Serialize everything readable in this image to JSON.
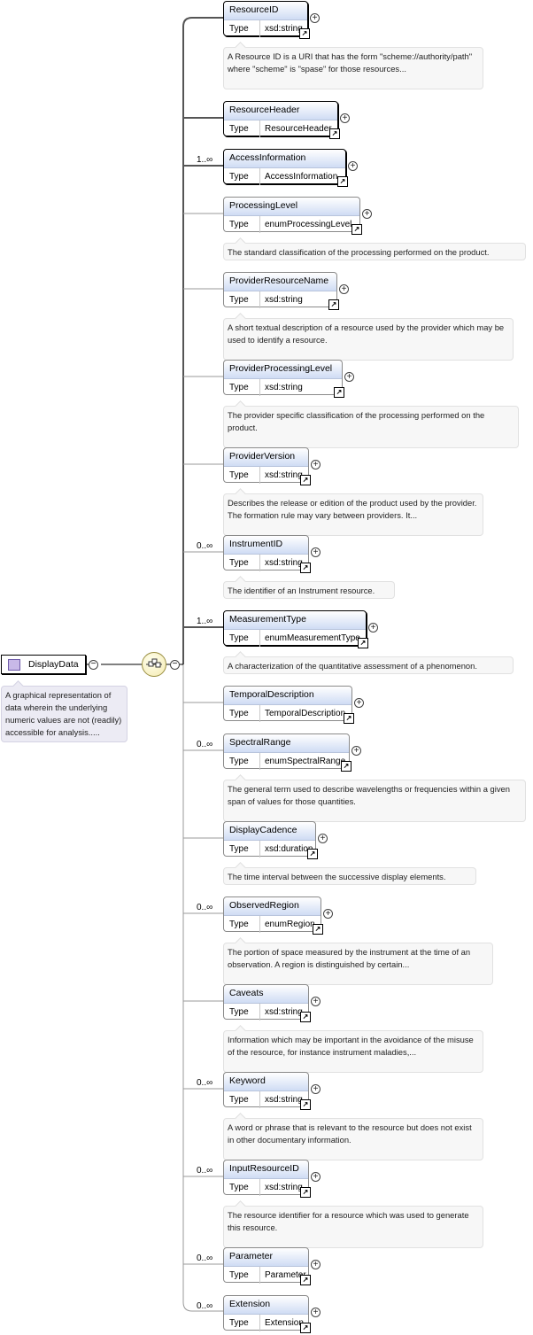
{
  "root": {
    "name": "DisplayData",
    "documentation": "A graphical representation of data wherein the underlying numeric values are not (readily) accessible for analysis....."
  },
  "type_label": "Type",
  "compositor": "sequence",
  "elements": [
    {
      "id": "resourceid",
      "name": "ResourceID",
      "type": "xsd:string",
      "occurs": "",
      "required": true,
      "doc": "A Resource ID is a URI that has the form \"scheme://authority/path\" where \"scheme\" is \"spase\" for those resources..."
    },
    {
      "id": "resourceheader",
      "name": "ResourceHeader",
      "type": "ResourceHeader",
      "occurs": "",
      "required": true,
      "doc": ""
    },
    {
      "id": "accessinformation",
      "name": "AccessInformation",
      "type": "AccessInformation",
      "occurs": "1..∞",
      "required": true,
      "doc": ""
    },
    {
      "id": "processinglevel",
      "name": "ProcessingLevel",
      "type": "enumProcessingLevel",
      "occurs": "",
      "required": false,
      "doc": "The standard classification of the processing performed on the product."
    },
    {
      "id": "providerresourcename",
      "name": "ProviderResourceName",
      "type": "xsd:string",
      "occurs": "",
      "required": false,
      "doc": "A short textual description of a resource used by the provider which may be used to identify a resource."
    },
    {
      "id": "providerprocessinglevel",
      "name": "ProviderProcessingLevel",
      "type": "xsd:string",
      "occurs": "",
      "required": false,
      "doc": "The provider specific classification of the processing performed on the product."
    },
    {
      "id": "providerversion",
      "name": "ProviderVersion",
      "type": "xsd:string",
      "occurs": "",
      "required": false,
      "doc": "Describes the release or edition of the product used by the provider. The formation rule may vary between providers. It..."
    },
    {
      "id": "instrumentid",
      "name": "InstrumentID",
      "type": "xsd:string",
      "occurs": "0..∞",
      "required": false,
      "doc": "The identifier of an Instrument resource."
    },
    {
      "id": "measurementtype",
      "name": "MeasurementType",
      "type": "enumMeasurementType",
      "occurs": "1..∞",
      "required": true,
      "doc": "A characterization of the quantitative assessment of a phenomenon."
    },
    {
      "id": "temporaldescription",
      "name": "TemporalDescription",
      "type": "TemporalDescription",
      "occurs": "",
      "required": false,
      "doc": ""
    },
    {
      "id": "spectralrange",
      "name": "SpectralRange",
      "type": "enumSpectralRange",
      "occurs": "0..∞",
      "required": false,
      "doc": "The general term used to describe wavelengths or frequencies within a given span of values for those quantities."
    },
    {
      "id": "displaycadence",
      "name": "DisplayCadence",
      "type": "xsd:duration",
      "occurs": "",
      "required": false,
      "doc": "The time interval between the successive display elements."
    },
    {
      "id": "observedregion",
      "name": "ObservedRegion",
      "type": "enumRegion",
      "occurs": "0..∞",
      "required": false,
      "doc": "The portion of space measured by the instrument at the time of an observation. A region is distinguished by certain..."
    },
    {
      "id": "caveats",
      "name": "Caveats",
      "type": "xsd:string",
      "occurs": "",
      "required": false,
      "doc": "Information which may be important in the avoidance of the misuse of the resource, for instance instrument maladies,..."
    },
    {
      "id": "keyword",
      "name": "Keyword",
      "type": "xsd:string",
      "occurs": "0..∞",
      "required": false,
      "doc": "A word or phrase that is relevant to the resource but does not exist in other documentary information."
    },
    {
      "id": "inputresourceid",
      "name": "InputResourceID",
      "type": "xsd:string",
      "occurs": "0..∞",
      "required": false,
      "doc": "The resource identifier for a resource which was used to generate this resource."
    },
    {
      "id": "parameter",
      "name": "Parameter",
      "type": "Parameter",
      "occurs": "0..∞",
      "required": false,
      "doc": ""
    },
    {
      "id": "extension",
      "name": "Extension",
      "type": "Extension",
      "occurs": "0..∞",
      "required": false,
      "doc": ""
    }
  ]
}
